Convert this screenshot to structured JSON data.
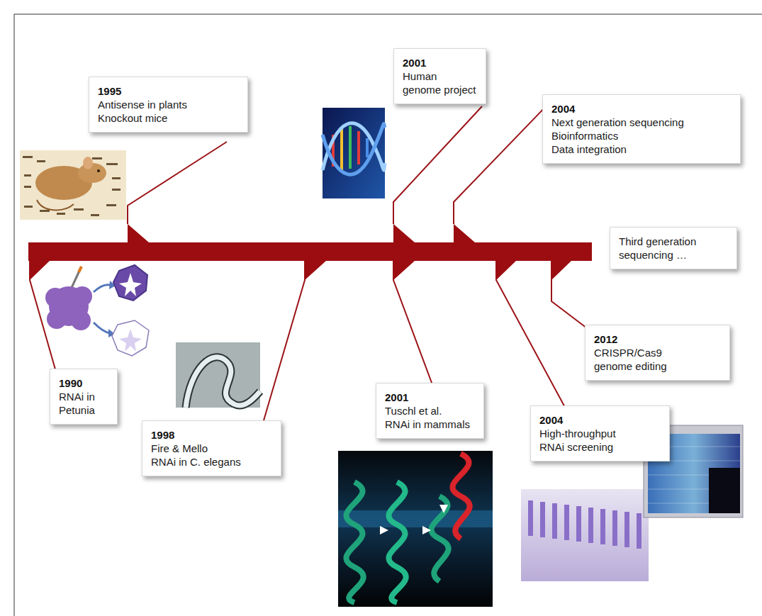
{
  "diagram": {
    "nodes": [
      {
        "text": [
          "1990",
          "RNAi in Petunia"
        ]
      },
      {
        "text": [
          "1995",
          "Antisense in plants",
          "Knockout mice"
        ]
      },
      {
        "text": [
          "1998",
          "Fire & Mello",
          "RNAi in C. elegans"
        ]
      },
      {
        "text": [
          "2001",
          "Human genome project"
        ]
      },
      {
        "text": [
          "2001",
          "Tuschl et al.",
          "RNAi in mammals"
        ]
      },
      {
        "text": [
          "2004",
          "Next generation sequencing",
          "Bioinformatics",
          "Data integration"
        ]
      },
      {
        "text": [
          "2004",
          "High-throughput RNAi screening"
        ]
      },
      {
        "text": [
          "2012",
          "CRISPR/Cas9 genome editing"
        ]
      },
      {
        "text": [
          "Third generation sequencing …"
        ]
      }
    ]
  }
}
